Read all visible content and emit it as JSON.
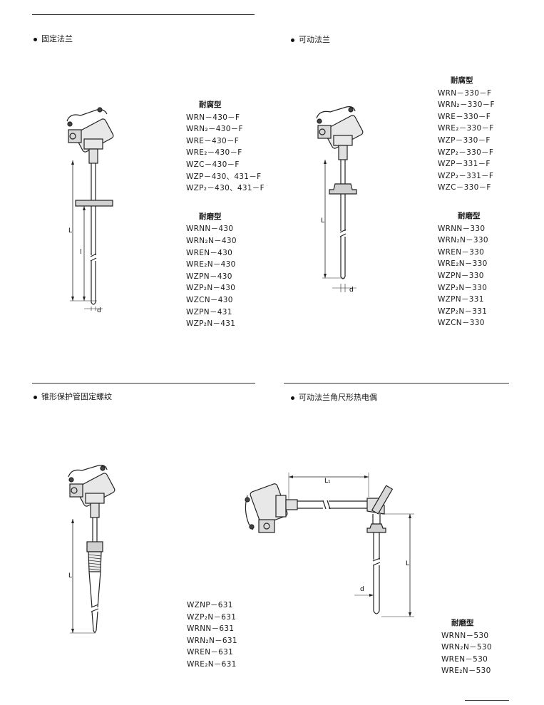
{
  "sections": [
    {
      "heading": "固定法兰",
      "groups": [
        {
          "title": "耐腐型",
          "items": [
            "WRN－430－F",
            "WRN₂－430－F",
            "WRE－430－F",
            "WRE₂－430－F",
            "WZC－430－F",
            "WZP－430、431－F",
            "WZP₂－430、431－F"
          ]
        },
        {
          "title": "耐磨型",
          "items": [
            "WRNN－430",
            "WRN₂N－430",
            "WREN－430",
            "WRE₂N－430",
            "WZPN－430",
            "WZP₂N－430",
            "WZCN－430",
            "WZPN－431",
            "WZP₂N－431"
          ]
        }
      ],
      "dims": {
        "L": "L",
        "l": "l",
        "d": "d"
      }
    },
    {
      "heading": "可动法兰",
      "groups": [
        {
          "title": "耐腐型",
          "items": [
            "WRN－330－F",
            "WRN₂－330－F",
            "WRE－330－F",
            "WRE₂－330－F",
            "WZP－330－F",
            "WZP₂－330－F",
            "WZP－331－F",
            "WZP₂－331－F",
            "WZC－330－F"
          ]
        },
        {
          "title": "耐磨型",
          "items": [
            "WRNN－330",
            "WRN₂N－330",
            "WREN－330",
            "WRE₂N－330",
            "WZPN－330",
            "WZP₂N－330",
            "WZPN－331",
            "WZP₂N－331",
            "WZCN－330"
          ]
        }
      ],
      "dims": {
        "L": "L",
        "d": "d"
      }
    },
    {
      "heading": "锥形保护管固定螺纹",
      "groups": [
        {
          "title": "",
          "items": [
            "WZNP－631",
            "WZP₂N－631",
            "WRNN－631",
            "WRN₂N－631",
            "WREN－631",
            "WRE₂N－631"
          ]
        }
      ],
      "dims": {
        "L": "L"
      }
    },
    {
      "heading": "可动法兰角尺形热电偶",
      "groups": [
        {
          "title": "耐磨型",
          "items": [
            "WRNN－530",
            "WRN₂N－530",
            "WREN－530",
            "WRE₂N－530"
          ]
        }
      ],
      "dims": {
        "L": "L",
        "L1": "L₁",
        "d": "d"
      }
    }
  ]
}
